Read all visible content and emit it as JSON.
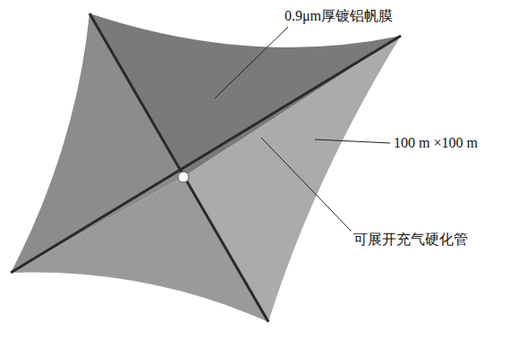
{
  "diagram": {
    "labels": [
      "0.9μm厚镀铝帆膜",
      "100 m ×100 m",
      "可展开充气硬化管"
    ]
  }
}
